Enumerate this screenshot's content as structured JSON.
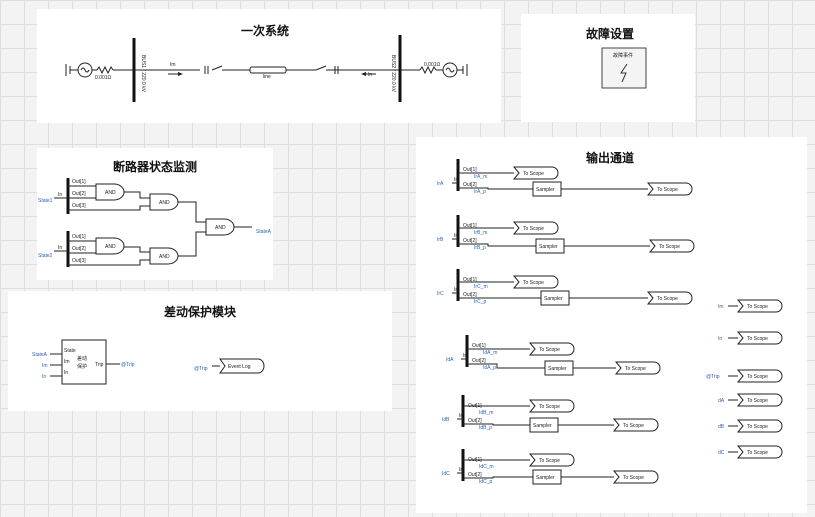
{
  "panels": {
    "primary": {
      "title": "一次系统"
    },
    "fault": {
      "title": "故障设置",
      "block_label": "故障事件"
    },
    "breaker": {
      "title": "断路器状态监测"
    },
    "diff": {
      "title": "差动保护模块"
    },
    "output": {
      "title": "输出通道"
    }
  },
  "primary": {
    "source_left_r": "0.001Ω",
    "source_right_r": "0.001Ω",
    "bus_left_label": "BUS1 / 220.0 kV",
    "bus_right_label": "BUS2 / 220.0 kV",
    "meas_left": "Im",
    "meas_right": "In",
    "line_label": "line"
  },
  "breaker": {
    "out_labels": [
      "Out[1]",
      "Out[2]",
      "Out[3]"
    ],
    "gate_label": "AND",
    "state1": "State1",
    "state2": "State2",
    "in_label": "In",
    "output": "StateA"
  },
  "diff": {
    "inputs": [
      "StateA",
      "Im",
      "In"
    ],
    "ports": [
      "State",
      "Im",
      "In"
    ],
    "block_text": [
      "差动",
      "保护"
    ],
    "out_port": "Trip",
    "out_signal": "@Trip",
    "log_signal": "@Trip",
    "log_label": "Event Log"
  },
  "output": {
    "out1": "Out[1]",
    "out2": "Out[2]",
    "in_label": "In",
    "sampler": "Sampler",
    "scope": "To Scope",
    "groups": [
      {
        "signal": "IrA",
        "m": "IrA_m",
        "p": "IrA_p"
      },
      {
        "signal": "IrB",
        "m": "IrB_m",
        "p": "IrB_p"
      },
      {
        "signal": "IrC",
        "m": "IrC_m",
        "p": "IrC_p"
      },
      {
        "signal": "IdA",
        "m": "IdA_m",
        "p": "IdA_p"
      },
      {
        "signal": "IdB",
        "m": "IdB_m",
        "p": "IdB_p"
      },
      {
        "signal": "IdC",
        "m": "IdC_m",
        "p": "IdC_p"
      }
    ],
    "singles": [
      "Im",
      "In",
      "@Trip",
      "dA",
      "dB",
      "dC"
    ]
  }
}
